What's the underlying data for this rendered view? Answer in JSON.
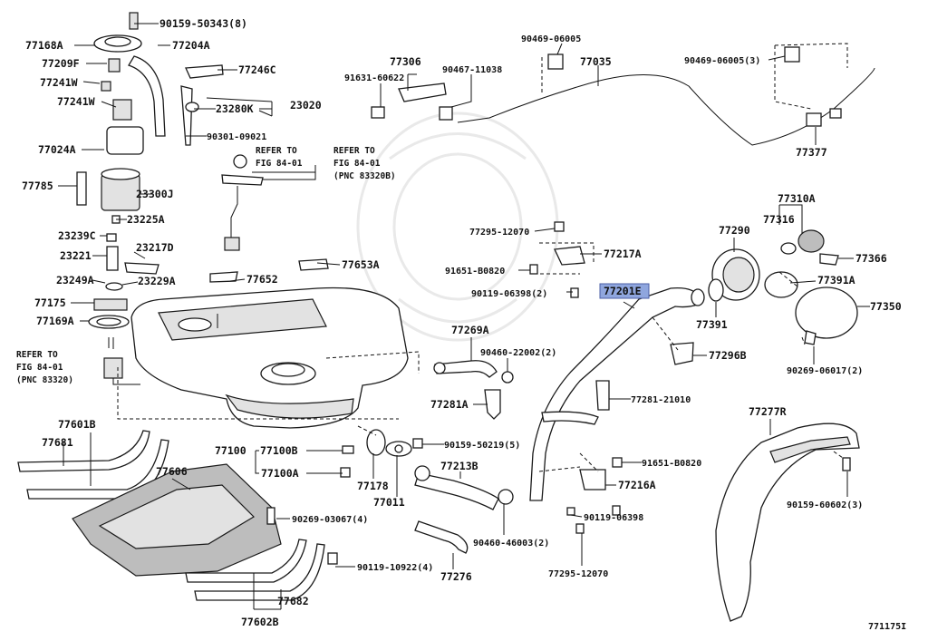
{
  "diagram": {
    "part_labels": {
      "p90159_50343": "90159-50343(8)",
      "p77168A": "77168A",
      "p77204A": "77204A",
      "p77209F": "77209F",
      "p77246C": "77246C",
      "p77241W_a": "77241W",
      "p77241W_b": "77241W",
      "p23280K": "23280K",
      "p23020": "23020",
      "p90301_09021": "90301-09021",
      "p77024A": "77024A",
      "p77785": "77785",
      "p23300J": "23300J",
      "p23225A": "23225A",
      "p23239C": "23239C",
      "p23221": "23221",
      "p23217D": "23217D",
      "p23249A": "23249A",
      "p23229A": "23229A",
      "p77175": "77175",
      "p77169A": "77169A",
      "p77652": "77652",
      "p77653A": "77653A",
      "p77306": "77306",
      "p91631_60622": "91631-60622",
      "p90467_11038": "90467-11038",
      "p90469_06005_top": "90469-06005",
      "p77035": "77035",
      "p90469_06005_3": "90469-06005(3)",
      "p77377": "77377",
      "p77295_12070_top": "77295-12070",
      "p77217A": "77217A",
      "p91651_B0820_top": "91651-B0820",
      "p90119_06398_2": "90119-06398(2)",
      "p77201E": "77201E",
      "p77290": "77290",
      "p77310A": "77310A",
      "p77316": "77316",
      "p77366": "77366",
      "p77391A": "77391A",
      "p77391": "77391",
      "p77350": "77350",
      "p77296B": "77296B",
      "p90269_06017_2": "90269-06017(2)",
      "p77269A": "77269A",
      "p90460_22002_2": "90460-22002(2)",
      "p77281A": "77281A",
      "p77281_21010": "77281-21010",
      "p90159_50219_5": "90159-50219(5)",
      "p77100": "77100",
      "p77100B": "77100B",
      "p77100A": "77100A",
      "p77178": "77178",
      "p77011": "77011",
      "p77213B": "77213B",
      "p90460_46003_2": "90460-46003(2)",
      "p77276": "77276",
      "p91651_B0820_bot": "91651-B0820",
      "p77216A": "77216A",
      "p90119_06398": "90119-06398",
      "p77295_12070_bot": "77295-12070",
      "p77277R": "77277R",
      "p90159_60602_3": "90159-60602(3)",
      "p77601B": "77601B",
      "p77681": "77681",
      "p77606": "77606",
      "p90269_03067_4": "90269-03067(4)",
      "p90119_10922_4": "90119-10922(4)",
      "p77682": "77682",
      "p77602B": "77602B"
    },
    "notes": {
      "refer_a_line1": "REFER TO",
      "refer_a_line2": "FIG 84-01",
      "refer_b_line1": "REFER TO",
      "refer_b_line2": "FIG 84-01",
      "refer_b_line3": "(PNC 83320B)",
      "refer_c_line1": "REFER TO",
      "refer_c_line2": "FIG 84-01",
      "refer_c_line3": "(PNC 83320)"
    },
    "figure_code": "771175I",
    "highlighted_part": "77201E",
    "highlight_color": "#8fa6de"
  }
}
